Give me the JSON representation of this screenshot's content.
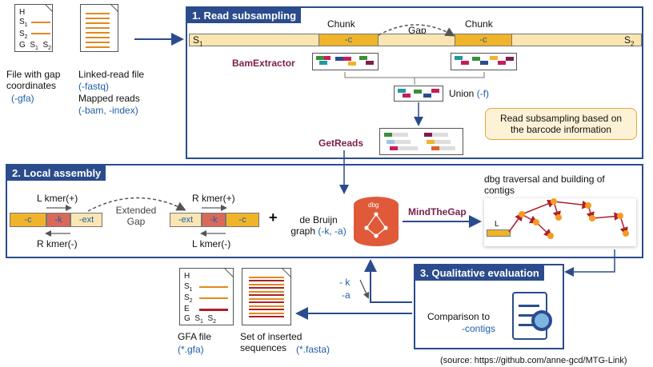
{
  "inputs": {
    "gfa_lines": [
      "H",
      "S1",
      "S2",
      "G  S1  S2"
    ],
    "gfa_caption": "File with gap coordinates",
    "gfa_flag": "(-gfa)",
    "reads_caption": "Linked-read file",
    "reads_flag": "(-fastq)",
    "mapped_caption": "Mapped reads",
    "mapped_flag": "(-bam, -index)"
  },
  "panel1": {
    "title": "1. Read subsampling",
    "chunk_left": "Chunk",
    "chunk_right": "Chunk",
    "gap": "Gap",
    "s1": "S",
    "s1_sub": "1",
    "s2": "S",
    "s2_sub": "2",
    "c_left": "-c",
    "c_right": "-c",
    "bamextractor": "BamExtractor",
    "union": "Union",
    "union_flag": "(-f)",
    "getreads": "GetReads",
    "note": "Read subsampling based on the barcode information"
  },
  "panel2": {
    "title": "2. Local assembly",
    "l_kmer_plus": "L kmer(+)",
    "r_kmer_minus": "R kmer(-)",
    "r_kmer_plus": "R kmer(+)",
    "l_kmer_minus": "L kmer(-)",
    "extended_gap": "Extended Gap",
    "left_c": "-c",
    "left_k": "-k",
    "left_ext": "-ext",
    "right_ext": "-ext",
    "right_k": "-k",
    "right_c": "-c",
    "plus": "+",
    "dbg_label": "de Bruijn graph",
    "dbg_flags": "(-k, -a)",
    "dbg_db": "dbg",
    "mindthegap": "MindTheGap",
    "traversal": "dbg traversal and building of contigs",
    "l_marker": "L"
  },
  "panel3": {
    "title": "3. Qualitative evaluation",
    "comparison": "Comparison to",
    "contigs_flag": "-contigs",
    "feedback_k": "- k",
    "feedback_a": "-a"
  },
  "outputs": {
    "gfa_lines": [
      "H",
      "S1",
      "S2",
      "E",
      "G  S1  S2"
    ],
    "gfa_caption": "GFA file",
    "gfa_flag": "(*.gfa)",
    "seq_caption": "Set of inserted sequences",
    "seq_flag": "(*.fasta)"
  },
  "source": "(source: https://github.com/anne-gcd/MTG-Link)"
}
